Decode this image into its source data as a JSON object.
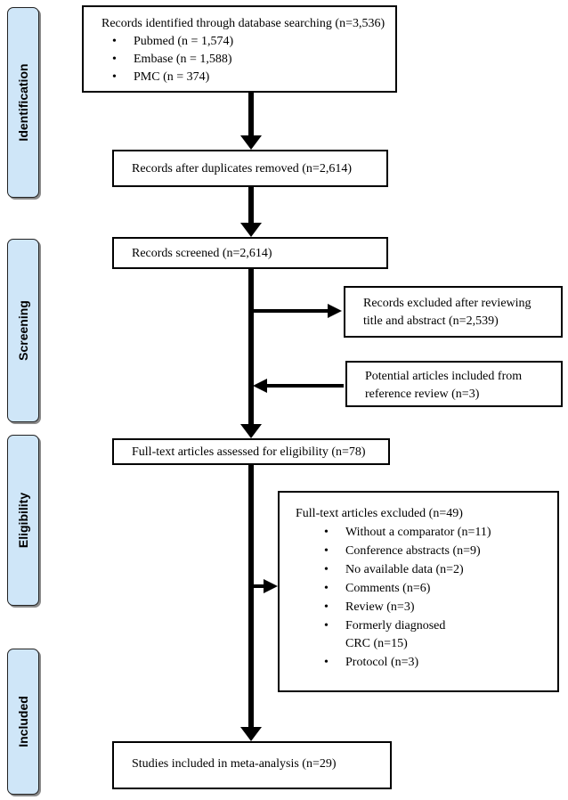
{
  "stages": {
    "identification": "Identification",
    "screening": "Screening",
    "eligibility": "Eligibility",
    "included": "Included"
  },
  "identified": {
    "title": "Records identified through database searching (n=3,536)",
    "items": [
      "Pubmed (n = 1,574)",
      "Embase (n = 1,588)",
      "PMC (n = 374)"
    ]
  },
  "deduplicated": "Records after duplicates removed (n=2,614)",
  "screened": "Records screened (n=2,614)",
  "excluded_title_abstract": "Records excluded after reviewing title and abstract (n=2,539)",
  "reference_review": "Potential articles included from reference review (n=3)",
  "full_text_assessed": "Full-text articles assessed for eligibility (n=78)",
  "full_text_excluded": {
    "title": "Full-text articles excluded (n=49)",
    "items": [
      "Without a comparator (n=11)",
      "Conference abstracts (n=9)",
      "No available data (n=2)",
      "Comments (n=6)",
      "Review (n=3)",
      "Formerly diagnosed CRC (n=15)",
      "Protocol (n=3)"
    ]
  },
  "included": "Studies included in meta-analysis (n=29)"
}
